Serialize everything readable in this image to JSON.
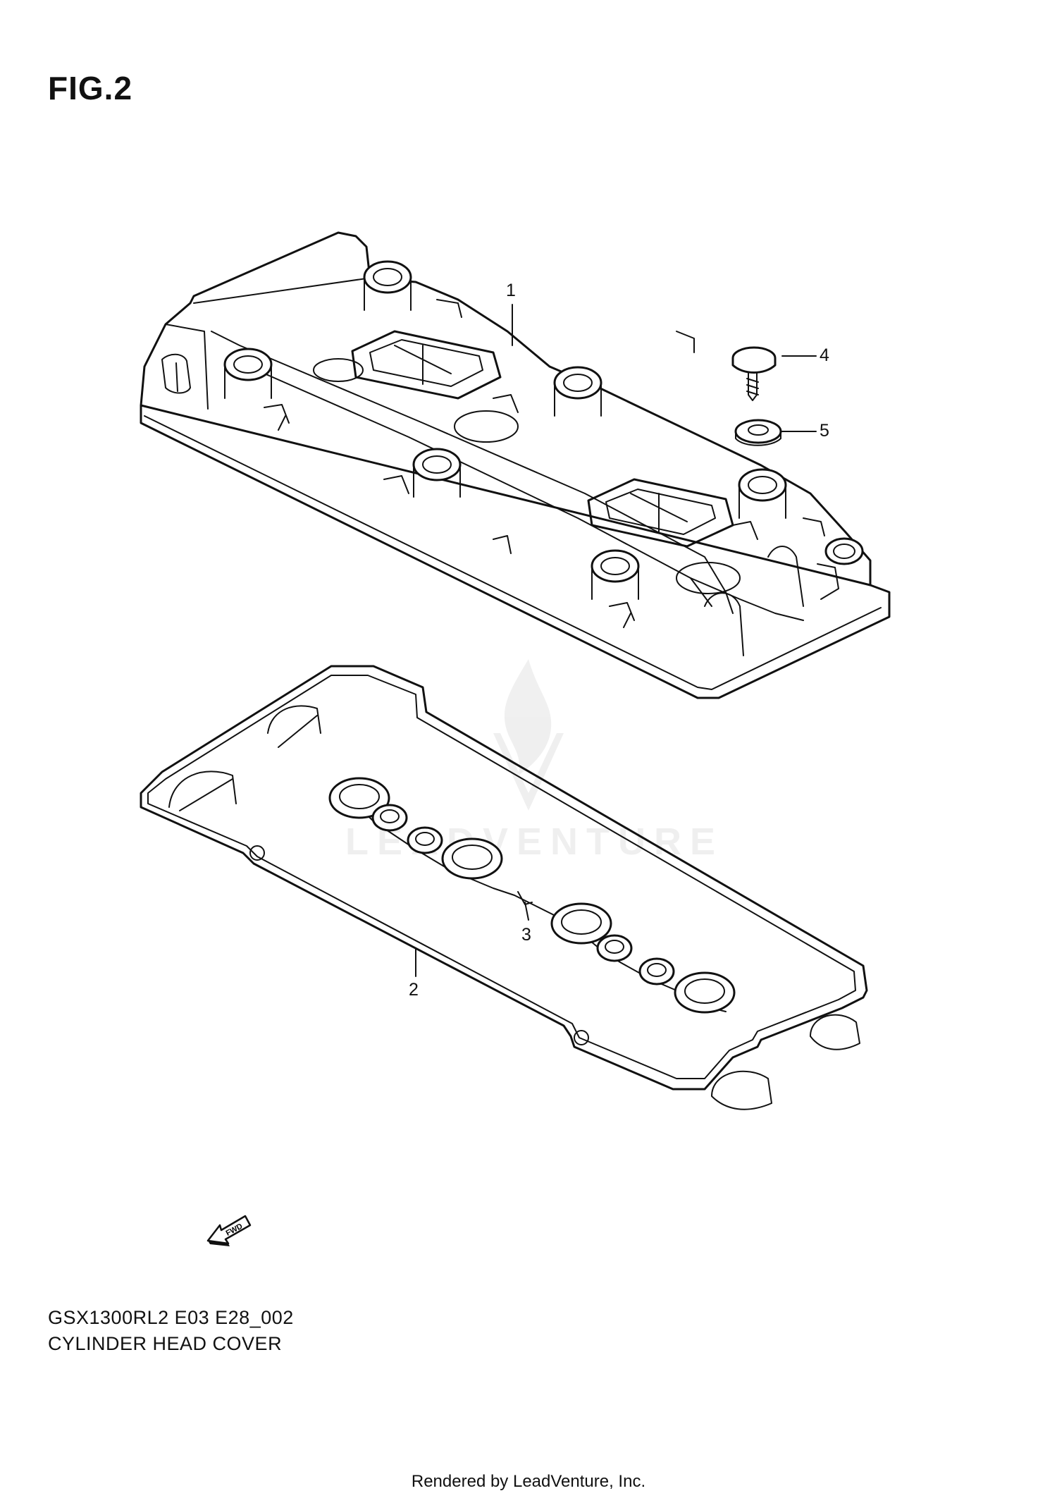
{
  "figure": {
    "title": "FIG.2"
  },
  "callouts": [
    {
      "id": "1",
      "label": "1"
    },
    {
      "id": "2",
      "label": "2"
    },
    {
      "id": "3",
      "label": "3"
    },
    {
      "id": "4",
      "label": "4"
    },
    {
      "id": "5",
      "label": "5"
    }
  ],
  "direction_marker": {
    "label": "FWD",
    "icon": "fwd-arrow-icon"
  },
  "watermark": {
    "text": "LEADVENTURE",
    "icon": "flame-logo-icon"
  },
  "footer": {
    "model_code": "GSX1300RL2 E03 E28_002",
    "section_name": "CYLINDER HEAD COVER",
    "rendered_by": "Rendered by LeadVenture, Inc."
  }
}
